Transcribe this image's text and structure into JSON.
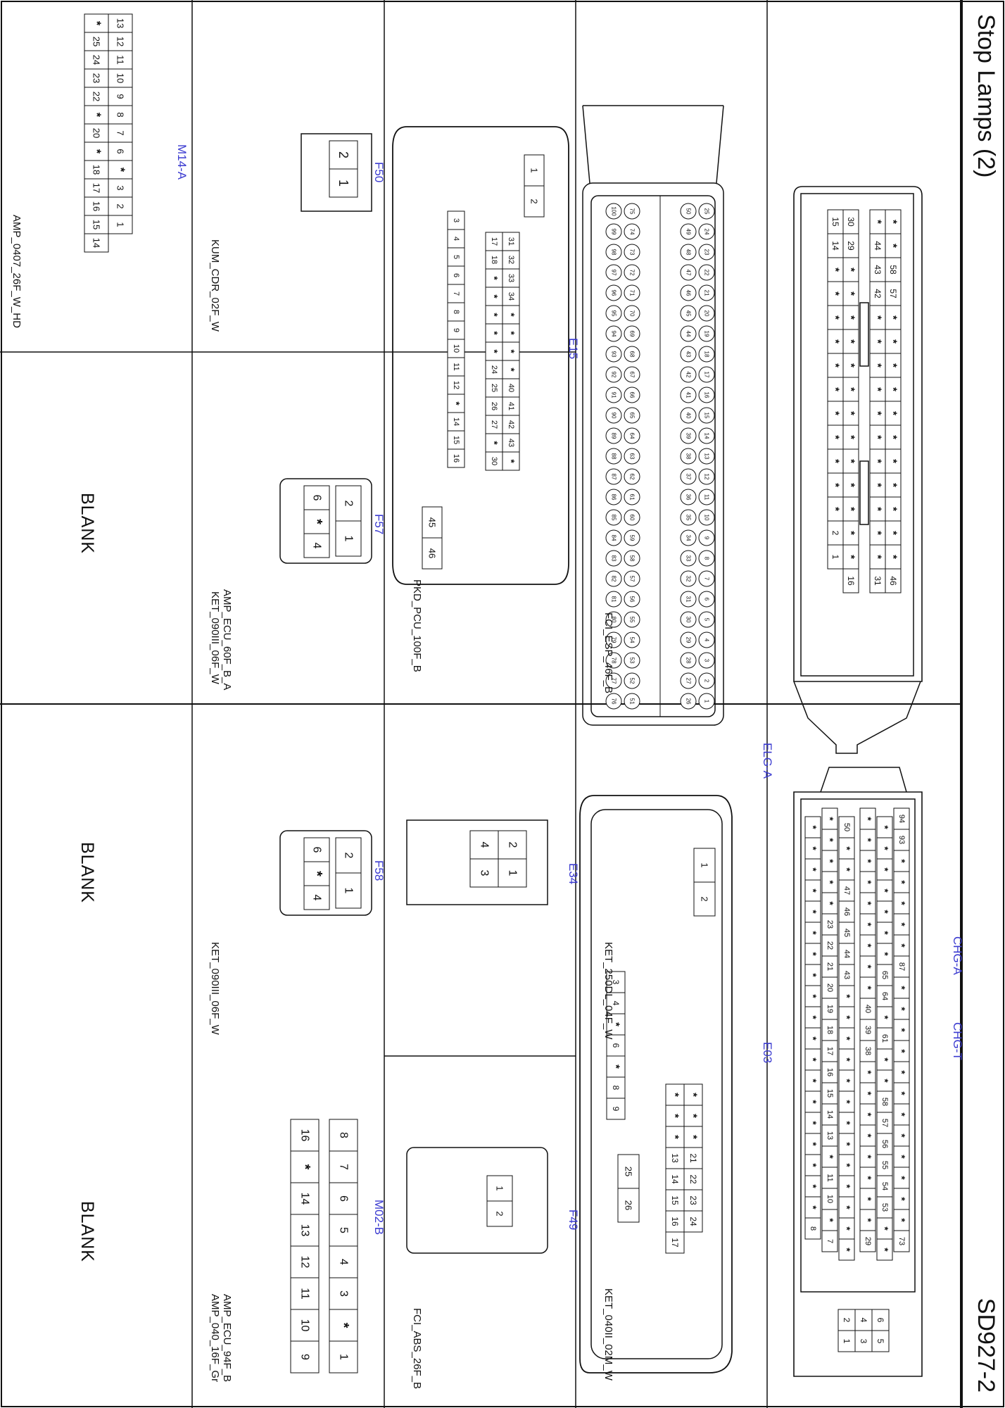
{
  "header": {
    "title": "Stop Lamps (2)",
    "page_number": "SD927-2"
  },
  "connectors": {
    "chg_a": {
      "id": "CHG-A",
      "part": "AMP_ECU_60F_B_A"
    },
    "chg_t": {
      "id": "CHG-T",
      "part": "AMP_ECU_94F_B"
    },
    "elg_a": {
      "id": "ELG-A",
      "part": "PKD_PCU_100F_B"
    },
    "e03": {
      "id": "E03",
      "part": "FCI_ABS_26F_B"
    },
    "e15": {
      "id": "E15",
      "part": "FCI_ESP_46F_B"
    },
    "e34": {
      "id": "E34",
      "part": "KET_250DL_04F_W"
    },
    "f49": {
      "id": "F49",
      "part": "KET_040II_02M_W"
    },
    "f50": {
      "id": "F50",
      "part": "KUM_CDR_02F_W"
    },
    "f57": {
      "id": "F57",
      "part": "KET_090III_06F_W"
    },
    "f58": {
      "id": "F58",
      "part": "KET_090III_06F_W"
    },
    "m02b": {
      "id": "M02-B",
      "part": "AMP_040_16F_Gr"
    },
    "m14a": {
      "id": "M14-A",
      "part": "AMP_0407_26F_W_HD"
    }
  },
  "blank_label": "BLANK",
  "pins": {
    "chg_a_rows": [
      [
        "*",
        "*",
        "58",
        "57",
        "*",
        "*",
        "*",
        "*",
        "*",
        "*",
        "*",
        "*",
        "*",
        "*",
        "*",
        "46"
      ],
      [
        "*",
        "44",
        "43",
        "42",
        "*",
        "*",
        "*",
        "*",
        "*",
        "*",
        "*",
        "*",
        "*",
        "*",
        "*",
        "31"
      ],
      [
        "30",
        "29",
        "*",
        "*",
        "*",
        "*",
        "*",
        "*",
        "*",
        "*",
        "*",
        "*",
        "*",
        "*",
        "*",
        "16"
      ],
      [
        "15",
        "14",
        "*",
        "*",
        "*",
        "*",
        "*",
        "*",
        "*",
        "*",
        "*",
        "*",
        "*",
        "2",
        "1"
      ]
    ],
    "chg_t_rows": [
      [
        "94",
        "93",
        "*",
        "*",
        "*",
        "*",
        "*",
        "87",
        "*",
        "*",
        "*",
        "*",
        "*",
        "*",
        "*",
        "*",
        "*",
        "*",
        "*",
        "*",
        "73"
      ],
      [
        "*",
        "*",
        "*",
        "*",
        "*",
        "*",
        "*",
        "65",
        "64",
        "*",
        "61",
        "*",
        "*",
        "58",
        "57",
        "56",
        "55",
        "54",
        "53",
        "*",
        "*"
      ],
      [
        "*",
        "*",
        "*",
        "*",
        "*",
        "*",
        "*",
        "*",
        "*",
        "40",
        "39",
        "38",
        "*",
        "*",
        "*",
        "*",
        "*",
        "*",
        "*",
        "*",
        "29"
      ],
      [
        "50",
        "*",
        "*",
        "47",
        "46",
        "45",
        "44",
        "43",
        "*",
        "*",
        "*",
        "*",
        "*",
        "*",
        "*",
        "*",
        "*",
        "*",
        "*",
        "*",
        "*"
      ],
      [
        "*",
        "*",
        "*",
        "*",
        "*",
        "23",
        "22",
        "21",
        "20",
        "19",
        "18",
        "17",
        "16",
        "15",
        "14",
        "13",
        "*",
        "11",
        "10",
        "*",
        "7"
      ],
      [
        "*",
        "*",
        "*",
        "*",
        "*",
        "*",
        "*",
        "*",
        "*",
        "*",
        "*",
        "*",
        "*",
        "*",
        "*",
        "*",
        "*",
        "*",
        "*",
        "8"
      ]
    ],
    "chg_t_small": [
      "6",
      "5",
      "4",
      "3",
      "2",
      "1"
    ],
    "elg_a_rows": [
      [
        "25",
        "24",
        "23",
        "22",
        "21",
        "20",
        "19",
        "18",
        "17",
        "16",
        "15",
        "14",
        "13",
        "12",
        "11",
        "10",
        "9",
        "8",
        "7",
        "6",
        "5",
        "4",
        "3",
        "2",
        "1"
      ],
      [
        "50",
        "49",
        "48",
        "47",
        "46",
        "45",
        "44",
        "43",
        "42",
        "41",
        "40",
        "39",
        "38",
        "37",
        "36",
        "35",
        "34",
        "33",
        "32",
        "31",
        "30",
        "29",
        "28",
        "27",
        "26"
      ],
      [
        "75",
        "74",
        "73",
        "72",
        "71",
        "70",
        "69",
        "68",
        "67",
        "66",
        "65",
        "64",
        "63",
        "62",
        "61",
        "60",
        "59",
        "58",
        "57",
        "56",
        "55",
        "54",
        "53",
        "52",
        "51"
      ],
      [
        "100",
        "99",
        "98",
        "97",
        "96",
        "95",
        "94",
        "93",
        "92",
        "91",
        "90",
        "89",
        "88",
        "87",
        "86",
        "85",
        "84",
        "83",
        "82",
        "81",
        "80",
        "79",
        "78",
        "77",
        "76"
      ]
    ],
    "e03_big": [
      "1",
      "2",
      "25",
      "26"
    ],
    "e03_row1": [
      "*",
      "*",
      "*",
      "21",
      "22",
      "23",
      "24"
    ],
    "e03_row2": [
      "*",
      "*",
      "*",
      "13",
      "14",
      "15",
      "16",
      "17"
    ],
    "e03_row3": [
      "3",
      "4",
      "*",
      "6",
      "*",
      "8",
      "9"
    ],
    "e15_big": [
      "1",
      "2",
      "45",
      "46"
    ],
    "e15_row1": [
      "31",
      "32",
      "33",
      "34",
      "*",
      "*",
      "*",
      "*",
      "40",
      "41",
      "42",
      "43",
      "*"
    ],
    "e15_row2": [
      "17",
      "18",
      "*",
      "*",
      "*",
      "*",
      "*",
      "24",
      "25",
      "26",
      "27",
      "*",
      "30"
    ],
    "e15_row3": [
      "3",
      "4",
      "5",
      "6",
      "7",
      "8",
      "9",
      "10",
      "11",
      "12",
      "*",
      "14",
      "15",
      "16"
    ],
    "e34": [
      "2",
      "1",
      "4",
      "3"
    ],
    "f49": [
      "1",
      "2"
    ],
    "f50": [
      "2",
      "1"
    ],
    "f57": [
      "2",
      "1",
      "6",
      "*",
      "4",
      "3"
    ],
    "f58": [
      "2",
      "1",
      "6",
      "*",
      "4",
      "3"
    ],
    "m02b_row1": [
      "8",
      "7",
      "6",
      "5",
      "4",
      "3",
      "*",
      "1"
    ],
    "m02b_row2": [
      "16",
      "*",
      "14",
      "13",
      "12",
      "11",
      "10",
      "9"
    ],
    "m14a_row1": [
      "13",
      "12",
      "11",
      "10",
      "9",
      "8",
      "7",
      "6",
      "*",
      "3",
      "2",
      "1"
    ],
    "m14a_row2": [
      "*",
      "25",
      "24",
      "23",
      "22",
      "*",
      "20",
      "*",
      "18",
      "17",
      "16",
      "15",
      "14"
    ]
  }
}
